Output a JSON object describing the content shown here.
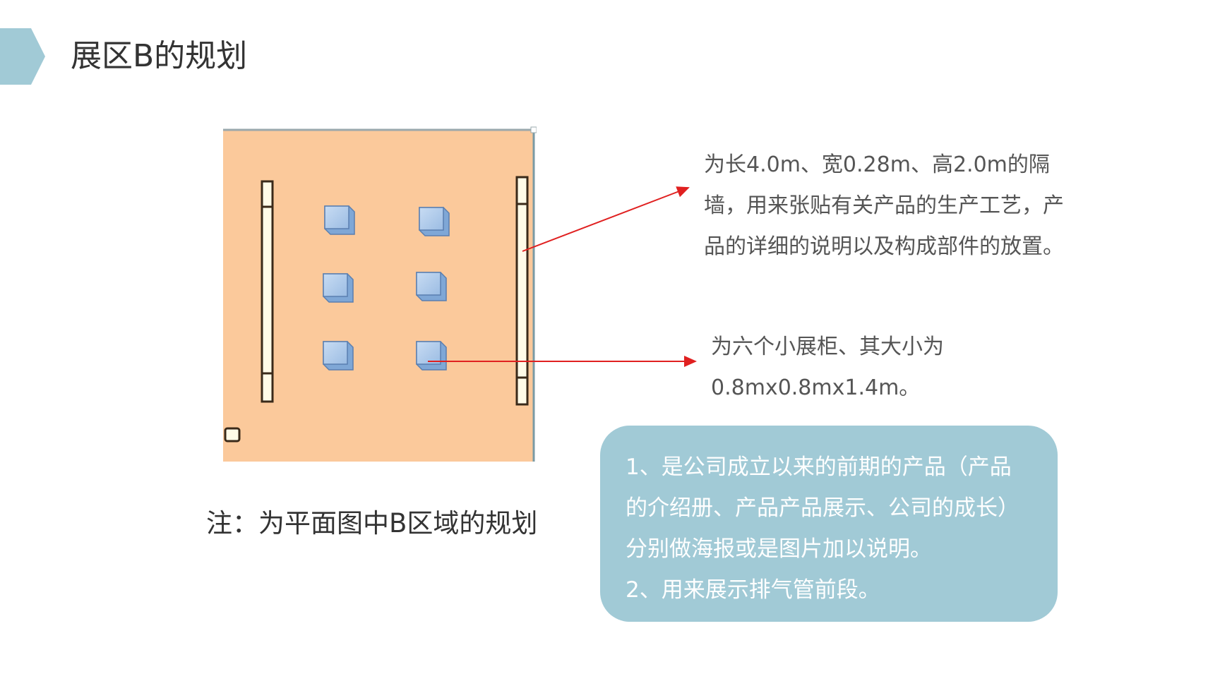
{
  "header": {
    "title": "展区B的规划",
    "accent_color": "#a1cad6"
  },
  "floor_plan": {
    "floor_color": "#fbc99b",
    "wall_color": "#fffbe8",
    "cabinet_color": "#a9c8ea",
    "cabinet_count": 6
  },
  "descriptions": {
    "wall": "为长4.0m、宽0.28m、高2.0m的隔墙，用来张贴有关产品的生产工艺，产品的详细的说明以及构成部件的放置。",
    "cabinets": "为六个小展柜、其大小为0.8mx0.8mx1.4m。",
    "arrow_color": "#e02020"
  },
  "info_box": {
    "lines": [
      "1、是公司成立以来的前期的产品（产品",
      "的介绍册、产品产品展示、公司的成长）",
      "分别做海报或是图片加以说明。",
      "2、用来展示排气管前段。"
    ]
  },
  "note": "注：为平面图中B区域的规划"
}
